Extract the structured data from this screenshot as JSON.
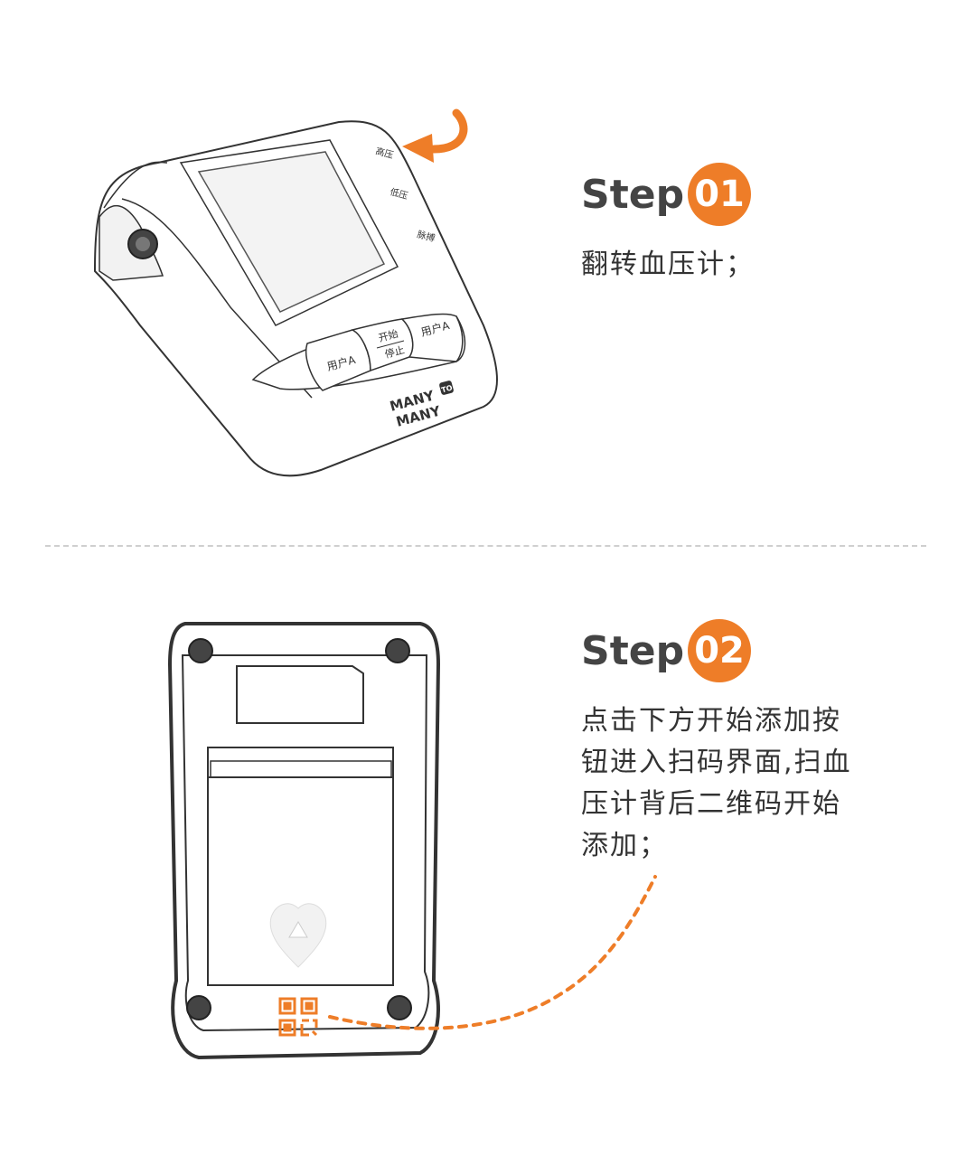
{
  "step1": {
    "word": "Step",
    "number": "01",
    "text": "翻转血压计；"
  },
  "step2": {
    "word": "Step",
    "number": "02",
    "lines": [
      "点击下方开始添加按",
      "钮进入扫码界面,扫血",
      "压计背后二维码开始",
      "添加；"
    ]
  },
  "device": {
    "label_high": "高压",
    "label_low": "低压",
    "label_pulse": "脉搏",
    "button_user_left": "用户A",
    "button_start": "开始",
    "button_stop": "停止",
    "button_user_right": "用户A",
    "brand_line1": "MANY",
    "brand_line2": "MANY",
    "brand_badge": "TO"
  },
  "colors": {
    "accent": "#ee7d28",
    "divider": "#cfcfcf"
  }
}
